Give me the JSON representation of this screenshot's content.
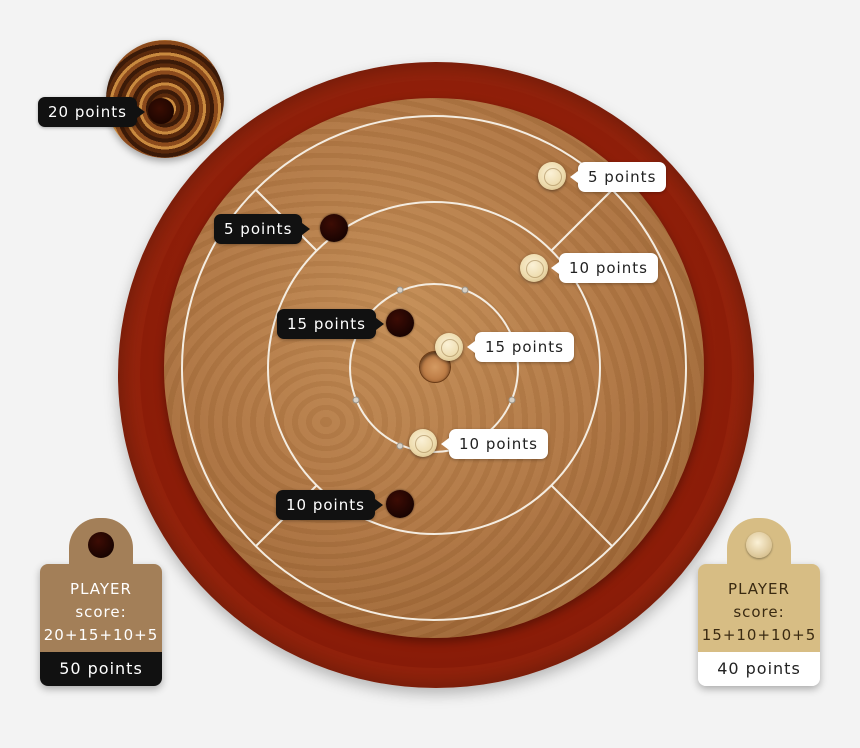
{
  "labels": {
    "cup": "20 points",
    "dark_outer": "5 points",
    "dark_15": "15 points",
    "dark_10": "10 points",
    "light_5": "5 points",
    "light_10_outer": "10 points",
    "light_15": "15 points",
    "light_10_inner": "10 points"
  },
  "player1": {
    "title": "PLAYER",
    "score_label": "score:",
    "breakdown": "20+15+10+5",
    "total": "50 points",
    "piece": "dark-hole"
  },
  "player2": {
    "title": "PLAYER",
    "score_label": "score:",
    "breakdown": "15+10+10+5",
    "total": "40 points",
    "piece": "light-disc"
  },
  "colors": {
    "rim": "#8d1e0b",
    "board": "#b27844",
    "player1_card": "#a37f58",
    "player2_card": "#d7bd84",
    "dark_tag": "#111111",
    "light_tag": "#ffffff"
  }
}
